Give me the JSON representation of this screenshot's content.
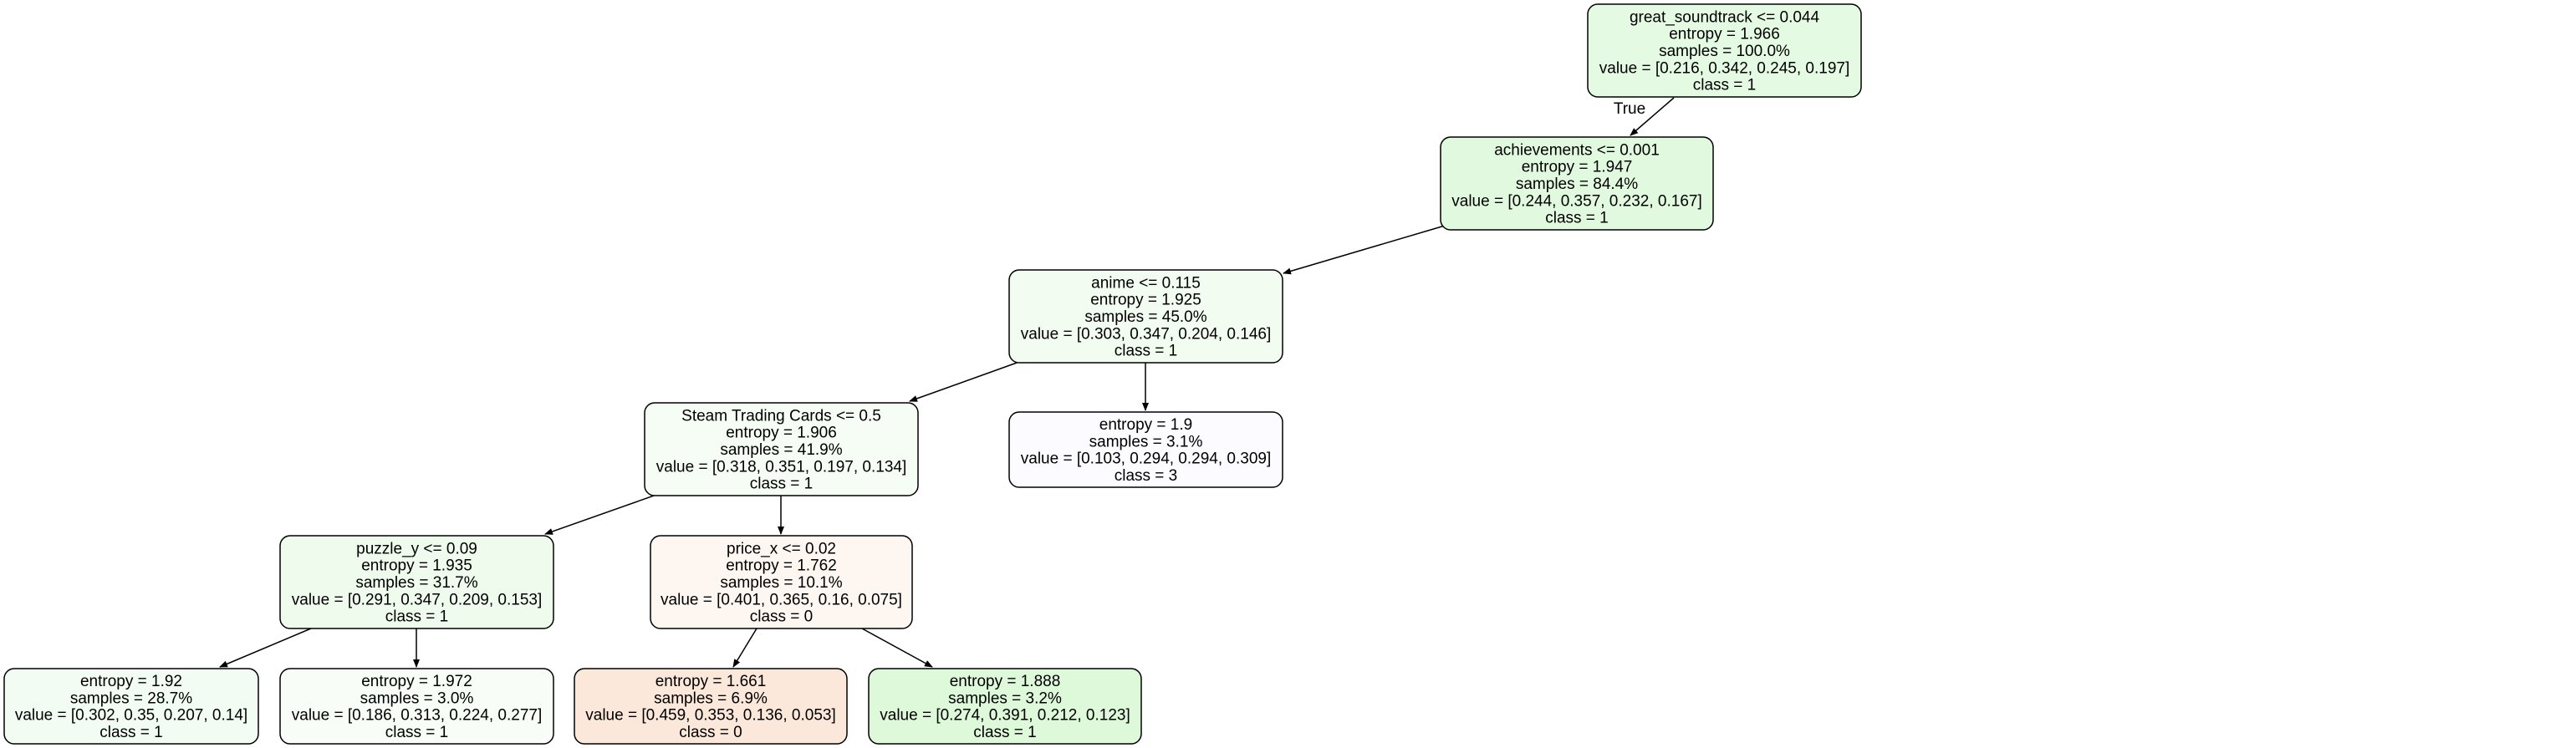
{
  "diagram": {
    "edge_labels": {
      "true": "True"
    },
    "nodes": [
      {
        "id": "n0",
        "fill": "#e5fae3",
        "lines": [
          "great_soundtrack <= 0.044",
          "entropy = 1.966",
          "samples = 100.0%",
          "value = [0.216, 0.342, 0.245, 0.197]",
          "class = 1"
        ]
      },
      {
        "id": "n1",
        "fill": "#e1f9de",
        "lines": [
          "achievements <= 0.001",
          "entropy = 1.947",
          "samples = 84.4%",
          "value = [0.244, 0.357, 0.232, 0.167]",
          "class = 1"
        ]
      },
      {
        "id": "n2",
        "fill": "#f2fcf1",
        "lines": [
          "anime <= 0.115",
          "entropy = 1.925",
          "samples = 45.0%",
          "value = [0.303, 0.347, 0.204, 0.146]",
          "class = 1"
        ]
      },
      {
        "id": "n3",
        "fill": "#f6fdf5",
        "lines": [
          "Steam Trading Cards <= 0.5",
          "entropy = 1.906",
          "samples = 41.9%",
          "value = [0.318, 0.351, 0.197, 0.134]",
          "class = 1"
        ]
      },
      {
        "id": "n4",
        "fill": "#fcfbff",
        "lines": [
          "entropy = 1.9",
          "samples = 3.1%",
          "value = [0.103, 0.294, 0.294, 0.309]",
          "class = 3"
        ]
      },
      {
        "id": "n5",
        "fill": "#effbed",
        "lines": [
          "puzzle_y <= 0.09",
          "entropy = 1.935",
          "samples = 31.7%",
          "value = [0.291, 0.347, 0.209, 0.153]",
          "class = 1"
        ]
      },
      {
        "id": "n6",
        "fill": "#fdf6f1",
        "lines": [
          "price_x <= 0.02",
          "entropy = 1.762",
          "samples = 10.1%",
          "value = [0.401, 0.365, 0.16, 0.075]",
          "class = 0"
        ]
      },
      {
        "id": "n7",
        "fill": "#f3fcf2",
        "lines": [
          "entropy = 1.92",
          "samples = 28.7%",
          "value = [0.302, 0.35, 0.207, 0.14]",
          "class = 1"
        ]
      },
      {
        "id": "n8",
        "fill": "#f8fdf7",
        "lines": [
          "entropy = 1.972",
          "samples = 3.0%",
          "value = [0.186, 0.313, 0.224, 0.277]",
          "class = 1"
        ]
      },
      {
        "id": "n9",
        "fill": "#fbe8db",
        "lines": [
          "entropy = 1.661",
          "samples = 6.9%",
          "value = [0.459, 0.353, 0.136, 0.053]",
          "class = 0"
        ]
      },
      {
        "id": "n10",
        "fill": "#def8da",
        "lines": [
          "entropy = 1.888",
          "samples = 3.2%",
          "value = [0.274, 0.391, 0.212, 0.123]",
          "class = 1"
        ]
      }
    ],
    "edges": [
      {
        "from": "n0",
        "to": "n1",
        "label": "true"
      },
      {
        "from": "n1",
        "to": "n2"
      },
      {
        "from": "n2",
        "to": "n3"
      },
      {
        "from": "n2",
        "to": "n4"
      },
      {
        "from": "n3",
        "to": "n5"
      },
      {
        "from": "n3",
        "to": "n6"
      },
      {
        "from": "n5",
        "to": "n7"
      },
      {
        "from": "n5",
        "to": "n8"
      },
      {
        "from": "n6",
        "to": "n9"
      },
      {
        "from": "n6",
        "to": "n10"
      }
    ]
  }
}
